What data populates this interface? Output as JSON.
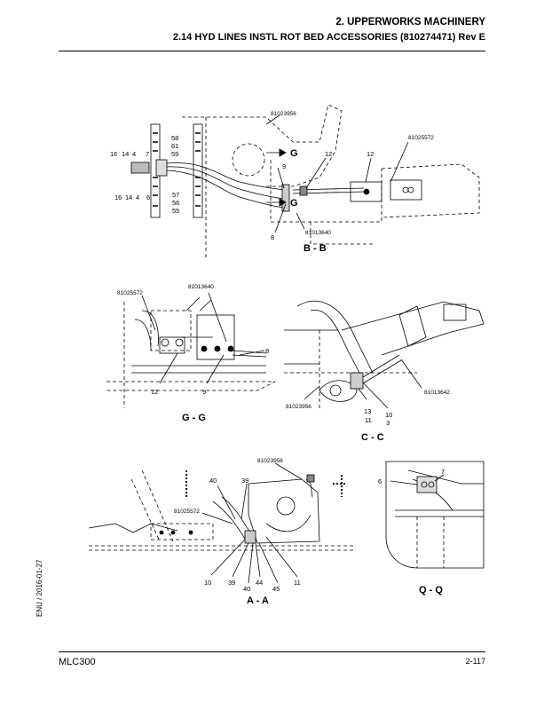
{
  "header": {
    "section": "2. UPPERWORKS MACHINERY",
    "subsection": "2.14 HYD LINES INSTL ROT BED ACCESSORIES (810274471) Rev E"
  },
  "footer": {
    "model": "MLC300",
    "page": "2-117"
  },
  "sidebar": {
    "date": "ENU / 2016-01-27"
  },
  "views": {
    "bb": {
      "title": "B - B",
      "labels": [
        "81023956",
        "81025572",
        "58",
        "61",
        "59",
        "16",
        "14",
        "4",
        "7",
        "16",
        "14",
        "4",
        "6",
        "57",
        "56",
        "55",
        "9",
        "12",
        "12",
        "8",
        "81013640"
      ],
      "view_marker": "G"
    },
    "gg": {
      "title": "G - G",
      "labels": [
        "81013640",
        "81025572",
        "8",
        "12",
        "9"
      ]
    },
    "cc": {
      "title": "C - C",
      "labels": [
        "81023956",
        "81013642",
        "13",
        "11",
        "10",
        "3"
      ]
    },
    "aa": {
      "title": "A - A",
      "labels": [
        "81023956",
        "40",
        "39",
        "81025572",
        "10",
        "39",
        "40",
        "44",
        "45",
        "11"
      ]
    },
    "qq": {
      "title": "Q - Q",
      "labels": [
        "6",
        "7"
      ]
    }
  }
}
